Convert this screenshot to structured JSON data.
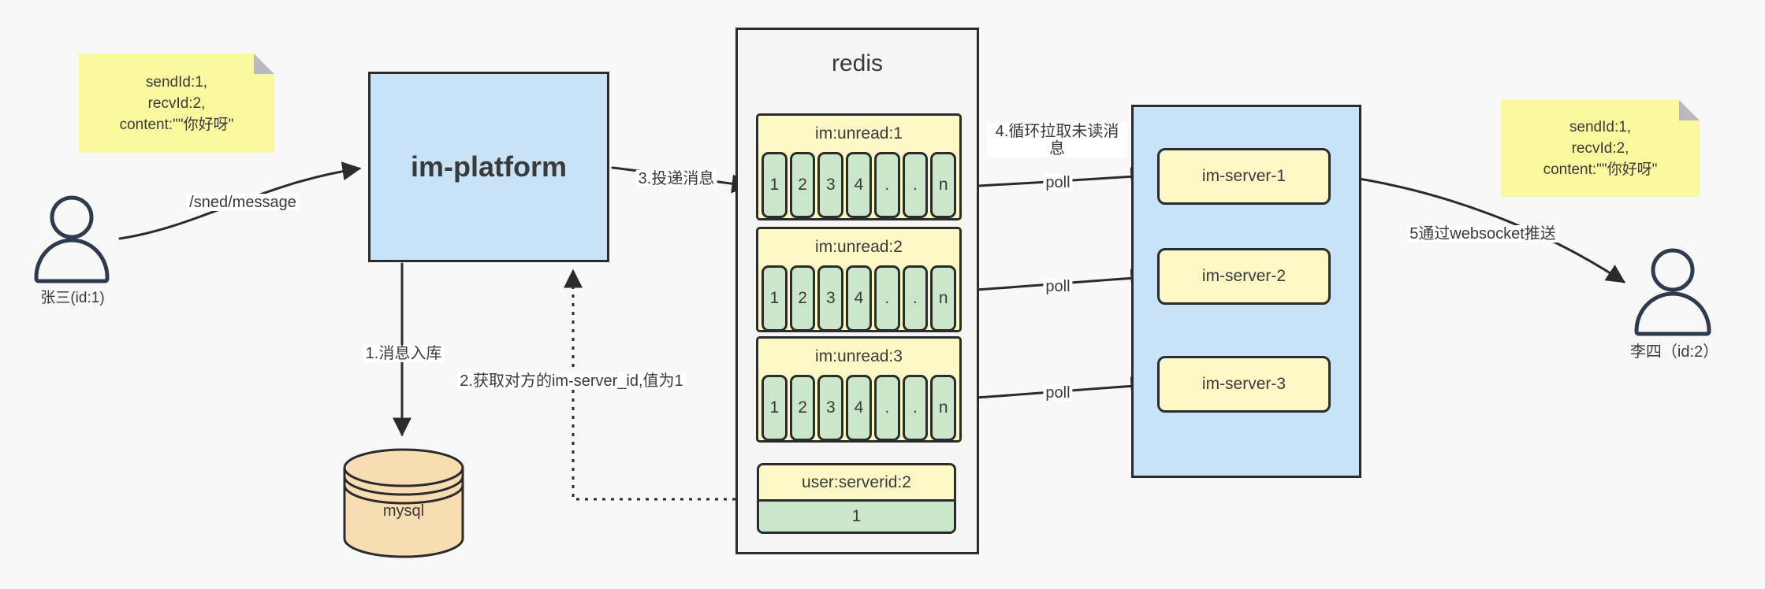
{
  "colors": {
    "background": "#f8f8f8",
    "note_yellow": "#fbf99e",
    "note_fold": "#b9b9be",
    "block_yellow": "#fdf9c6",
    "cell_green": "#cbe7cb",
    "panel_blue": "#c8e3f8",
    "mysql_tan": "#f8dcb2",
    "redis_gray": "#f5f5f5",
    "ink": "#2b2b2b",
    "text": "#3a3a3a",
    "label_bg": "#ffffff",
    "person": "#2e3a4d"
  },
  "people": {
    "sender": {
      "name": "张三(id:1)"
    },
    "receiver": {
      "name": "李四（id:2）"
    }
  },
  "notes": {
    "left": {
      "line1": "sendId:1,",
      "line2": "recvId:2,",
      "line3": "content:\"\"你好呀\""
    },
    "right": {
      "line1": "sendId:1,",
      "line2": "recvId:2,",
      "line3": "content:\"\"你好呀\""
    }
  },
  "platform": {
    "label": "im-platform"
  },
  "database": {
    "label": "mysql"
  },
  "redis": {
    "title": "redis",
    "queues": [
      {
        "name": "im:unread:1",
        "cells": [
          "1",
          "2",
          "3",
          "4",
          ".",
          ".",
          "n"
        ]
      },
      {
        "name": "im:unread:2",
        "cells": [
          "1",
          "2",
          "3",
          "4",
          ".",
          ".",
          "n"
        ]
      },
      {
        "name": "im:unread:3",
        "cells": [
          "1",
          "2",
          "3",
          "4",
          ".",
          ".",
          "n"
        ]
      }
    ],
    "mapping": {
      "name": "user:serverid:2",
      "value": "1"
    }
  },
  "server_cluster": {
    "servers": [
      {
        "label": "im-server-1"
      },
      {
        "label": "im-server-2"
      },
      {
        "label": "im-server-3"
      }
    ]
  },
  "flow_labels": {
    "send": "/sned/message",
    "store": "1.消息入库",
    "lookup": "2.获取对方的im-server_id,值为1",
    "deliver": "3.投递消息",
    "pull": "4.循环拉取未读消息",
    "poll": "poll",
    "push": "5通过websocket推送"
  }
}
